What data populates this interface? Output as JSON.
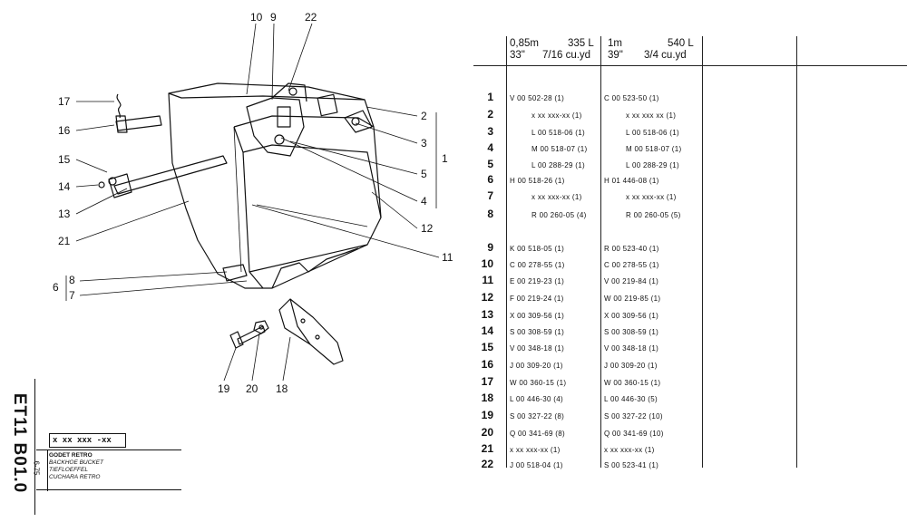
{
  "callouts": {
    "c10": "10",
    "c9": "9",
    "c22": "22",
    "c17": "17",
    "c16": "16",
    "c15": "15",
    "c14": "14",
    "c13": "13",
    "c21": "21",
    "c2": "2",
    "c3": "3",
    "c1": "1",
    "c5": "5",
    "c4": "4",
    "c12": "12",
    "c11": "11",
    "c6": "6",
    "c8": "8",
    "c7": "7",
    "c19": "19",
    "c20": "20",
    "c18": "18"
  },
  "doc_code": "ET11 B01.0",
  "title_block": {
    "part_code": "x xx xxx -xx",
    "date": "6-75",
    "lines": [
      "GODET RETRO",
      "BACKHOE BUCKET",
      "TIEFLOEFFEL",
      "CUCHARA RETRO"
    ]
  },
  "table": {
    "headers": [
      {
        "line1_a": "0,85m",
        "line1_b": "335 L",
        "line2_a": "33\"",
        "line2_b": "7/16 cu.yd"
      },
      {
        "line1_a": "1m",
        "line1_b": "540 L",
        "line2_a": "39\"",
        "line2_b": "3/4 cu.yd"
      }
    ],
    "rows": [
      {
        "n": "1",
        "a": "V 00 502-28  (1)",
        "b": "C 00 523-50  (1)",
        "indent": false
      },
      {
        "n": "2",
        "a": "x xx xxx-xx  (1)",
        "b": "x xx xxx xx  (1)",
        "indent": true
      },
      {
        "n": "3",
        "a": "L 00 518-06  (1)",
        "b": "L 00 518-06  (1)",
        "indent": true
      },
      {
        "n": "4",
        "a": "M 00 518-07  (1)",
        "b": "M 00 518-07  (1)",
        "indent": true
      },
      {
        "n": "5",
        "a": "L 00 288-29  (1)",
        "b": "L 00 288-29  (1)",
        "indent": true
      },
      {
        "n": "6",
        "a": "H 00 518-26  (1)",
        "b": "H 01 446-08  (1)",
        "indent": false
      },
      {
        "n": "7",
        "a": "x xx xxx-xx  (1)",
        "b": "x xx xxx-xx  (1)",
        "indent": true
      },
      {
        "n": "8",
        "a": "R 00 260-05  (4)",
        "b": "R 00 260-05  (5)",
        "indent": true
      },
      {
        "n": "9",
        "a": "K 00 518-05  (1)",
        "b": "R 00 523-40  (1)",
        "indent": false
      },
      {
        "n": "10",
        "a": "C 00 278-55  (1)",
        "b": "C 00 278-55  (1)",
        "indent": false
      },
      {
        "n": "11",
        "a": "E 00 219-23  (1)",
        "b": "V 00 219-84  (1)",
        "indent": false
      },
      {
        "n": "12",
        "a": "F 00 219-24  (1)",
        "b": "W 00 219-85  (1)",
        "indent": false
      },
      {
        "n": "13",
        "a": "X 00 309-56  (1)",
        "b": "X 00 309-56  (1)",
        "indent": false
      },
      {
        "n": "14",
        "a": "S 00 308-59  (1)",
        "b": "S 00 308-59  (1)",
        "indent": false
      },
      {
        "n": "15",
        "a": "V 00 348-18  (1)",
        "b": "V 00 348-18  (1)",
        "indent": false
      },
      {
        "n": "16",
        "a": "J 00 309-20  (1)",
        "b": "J 00 309-20  (1)",
        "indent": false
      },
      {
        "n": "17",
        "a": "W 00 360-15  (1)",
        "b": "W 00 360-15  (1)",
        "indent": false
      },
      {
        "n": "18",
        "a": "L 00 446-30  (4)",
        "b": "L 00 446-30  (5)",
        "indent": false
      },
      {
        "n": "19",
        "a": "S 00 327-22  (8)",
        "b": "S 00 327-22  (10)",
        "indent": false
      },
      {
        "n": "20",
        "a": "Q 00 341-69  (8)",
        "b": "Q 00 341-69  (10)",
        "indent": false
      },
      {
        "n": "21",
        "a": "x xx xxx-xx  (1)",
        "b": "x xx xxx-xx  (1)",
        "indent": false
      },
      {
        "n": "22",
        "a": "J 00 518-04  (1)",
        "b": "S 00 523-41  (1)",
        "indent": false
      }
    ]
  }
}
